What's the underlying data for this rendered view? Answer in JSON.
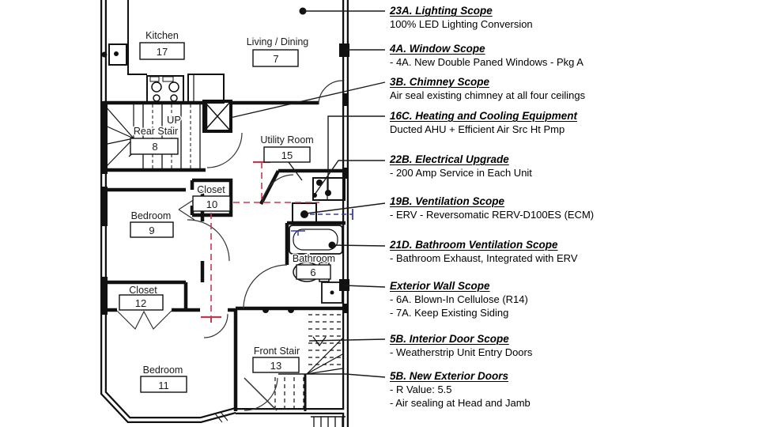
{
  "plan": {
    "rooms": {
      "kitchen": {
        "name": "Kitchen",
        "number": "17"
      },
      "living": {
        "name": "Living / Dining",
        "number": "7"
      },
      "rear_stair": {
        "name": "Rear Stair",
        "number": "8",
        "direction": "UP"
      },
      "utility": {
        "name": "Utility Room",
        "number": "15"
      },
      "closet_upper": {
        "name": "Closet",
        "number": "10"
      },
      "bedroom_mid": {
        "name": "Bedroom",
        "number": "9"
      },
      "bathroom": {
        "name": "Bathroom",
        "number": "6"
      },
      "closet_lower": {
        "name": "Closet",
        "number": "12"
      },
      "front_stair": {
        "name": "Front Stair",
        "number": "13"
      },
      "bedroom_front": {
        "name": "Bedroom",
        "number": "11"
      }
    },
    "colors": {
      "duct_supply_red": "#c23a52",
      "duct_erv_blue": "#3b3f9e",
      "wall_line": "#111111"
    }
  },
  "callouts": [
    {
      "id": "lighting",
      "heading": "23A. Lighting Scope",
      "lines": [
        "100% LED Lighting Conversion"
      ]
    },
    {
      "id": "window",
      "heading": "4A. Window Scope",
      "lines": [
        "- 4A. New Double Paned Windows - Pkg A"
      ]
    },
    {
      "id": "chimney",
      "heading": "3B. Chimney Scope",
      "lines": [
        "Air seal existing chimney at all four ceilings"
      ]
    },
    {
      "id": "hvac",
      "heading": "16C. Heating and Cooling Equipment",
      "lines": [
        "Ducted AHU + Efficient Air Src Ht Pmp"
      ]
    },
    {
      "id": "electrical",
      "heading": "22B. Electrical Upgrade",
      "lines": [
        "- 200 Amp Service in Each Unit"
      ]
    },
    {
      "id": "ventilation",
      "heading": "19B. Ventilation Scope",
      "lines": [
        "- ERV - Reversomatic RERV-D100ES (ECM)"
      ]
    },
    {
      "id": "bath-vent",
      "heading": "21D. Bathroom Ventilation Scope",
      "lines": [
        "- Bathroom Exhaust, Integrated with ERV"
      ]
    },
    {
      "id": "exterior-wall",
      "heading": "Exterior Wall Scope",
      "lines": [
        "- 6A. Blown-In Cellulose (R14)",
        "- 7A. Keep Existing Siding"
      ]
    },
    {
      "id": "interior-door",
      "heading": "5B. Interior Door Scope",
      "lines": [
        "- Weatherstrip Unit Entry Doors"
      ]
    },
    {
      "id": "exterior-door",
      "heading": "5B. New Exterior Doors",
      "lines": [
        "- R Value: 5.5",
        "- Air sealing at Head and Jamb"
      ]
    }
  ]
}
